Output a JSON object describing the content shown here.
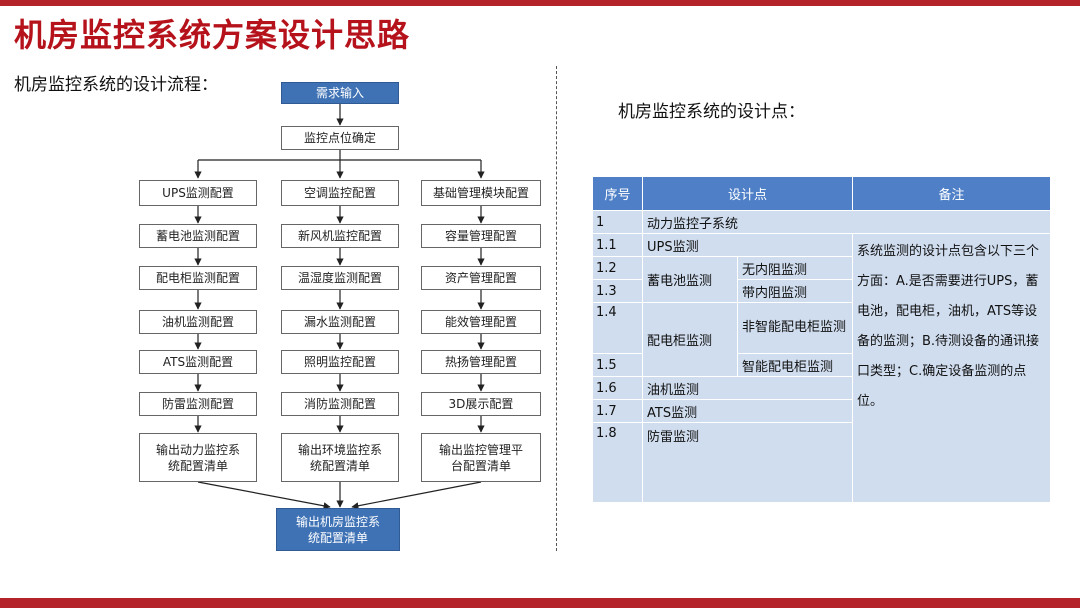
{
  "title": "机房监控系统方案设计思路",
  "colors": {
    "accent": "#b5232a",
    "flow_blue": "#3f72b5",
    "table_header": "#4f80c7",
    "table_cell": "#d0ddef"
  },
  "left_heading": "机房监控系统的设计流程：",
  "right_heading": "机房监控系统的设计点：",
  "flowchart": {
    "requirement_input": "需求输入",
    "point_confirm": "监控点位确定",
    "col_power": [
      "UPS监测配置",
      "蓄电池监测配置",
      "配电柜监测配置",
      "油机监测配置",
      "ATS监测配置",
      "防雷监测配置"
    ],
    "col_env": [
      "空调监控配置",
      "新风机监控配置",
      "温湿度监测配置",
      "漏水监测配置",
      "照明监控配置",
      "消防监测配置"
    ],
    "col_mgmt": [
      "基础管理模块配置",
      "容量管理配置",
      "资产管理配置",
      "能效管理配置",
      "热扬管理配置",
      "3D展示配置"
    ],
    "output_power": [
      "输出动力监控系",
      "统配置清单"
    ],
    "output_env": [
      "输出环境监控系",
      "统配置清单"
    ],
    "output_mgmt": [
      "输出监控管理平",
      "台配置清单"
    ],
    "final_output": [
      "输出机房监控系",
      "统配置清单"
    ]
  },
  "table": {
    "headers": [
      "序号",
      "设计点",
      "备注"
    ],
    "rows": {
      "r1": {
        "num": "1",
        "text": "动力监控子系统"
      },
      "r11": {
        "num": "1.1",
        "text": "UPS监测"
      },
      "r12": {
        "num": "1.2",
        "group": "蓄电池监测",
        "sub": "无内阻监测"
      },
      "r13": {
        "num": "1.3",
        "sub": "带内阻监测"
      },
      "r14": {
        "num": "1.4",
        "group": "配电柜监测",
        "sub": "非智能配电柜监测"
      },
      "r15": {
        "num": "1.5",
        "sub": "智能配电柜监测"
      },
      "r16": {
        "num": "1.6",
        "text": "油机监测"
      },
      "r17": {
        "num": "1.7",
        "text": "ATS监测"
      },
      "r18": {
        "num": "1.8",
        "text": "防雷监测"
      }
    },
    "note": "系统监测的设计点包含以下三个方面：A.是否需要进行UPS，蓄电池，配电柜，油机，ATS等设备的监测；B.待测设备的通讯接口类型；C.确定设备监测的点位。"
  }
}
